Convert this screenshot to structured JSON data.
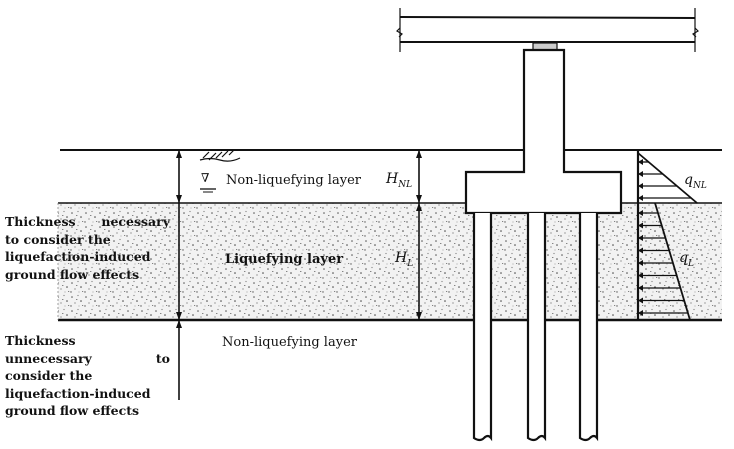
{
  "labels": {
    "non_liquefying_top": "Non-liquefying layer",
    "liquefying": "Liquefying layer",
    "non_liquefying_bottom": "Non-liquefying layer"
  },
  "symbols": {
    "h_nl": "H",
    "h_nl_sub": "NL",
    "h_l": "H",
    "h_l_sub": "L",
    "q_nl": "q",
    "q_nl_sub": "NL",
    "q_l": "q",
    "q_l_sub": "L",
    "water_table": "∇"
  },
  "left_notes": {
    "necessary": [
      "Thickness necessary",
      "to consider the",
      "liquefaction-induced",
      "ground flow effects"
    ],
    "unnecessary": [
      "Thickness",
      "unnecessary to",
      "consider the",
      "liquefaction-induced",
      "ground flow effects"
    ]
  },
  "colors": {
    "line": "#111111",
    "soil_fill": "#e6e6e6",
    "background": "#ffffff"
  }
}
